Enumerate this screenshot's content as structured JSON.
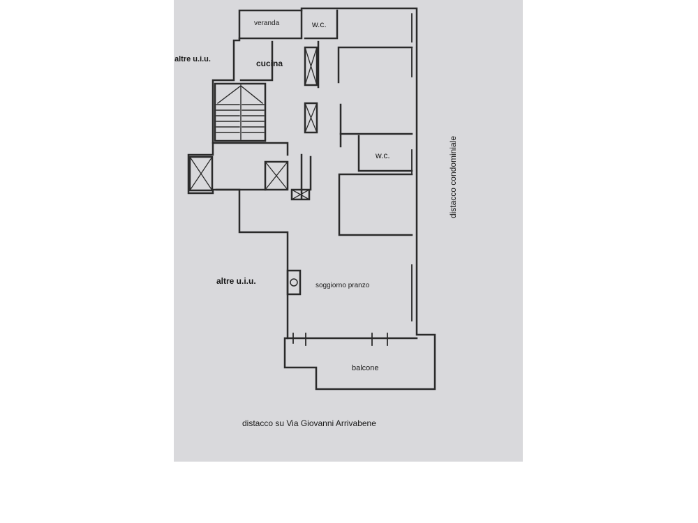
{
  "plan": {
    "rooms": {
      "veranda": "veranda",
      "wc_top": "w.c.",
      "cucina": "cucina",
      "wc_mid": "w.c.",
      "soggiorno": "soggiorno pranzo",
      "balcone": "balcone"
    },
    "neighbors": {
      "top": "altre u.i.u.",
      "middle": "altre u.i.u."
    },
    "edges": {
      "right": "distacco condominiale",
      "bottom": "distacco su Via Giovanni Arrivabene"
    }
  }
}
